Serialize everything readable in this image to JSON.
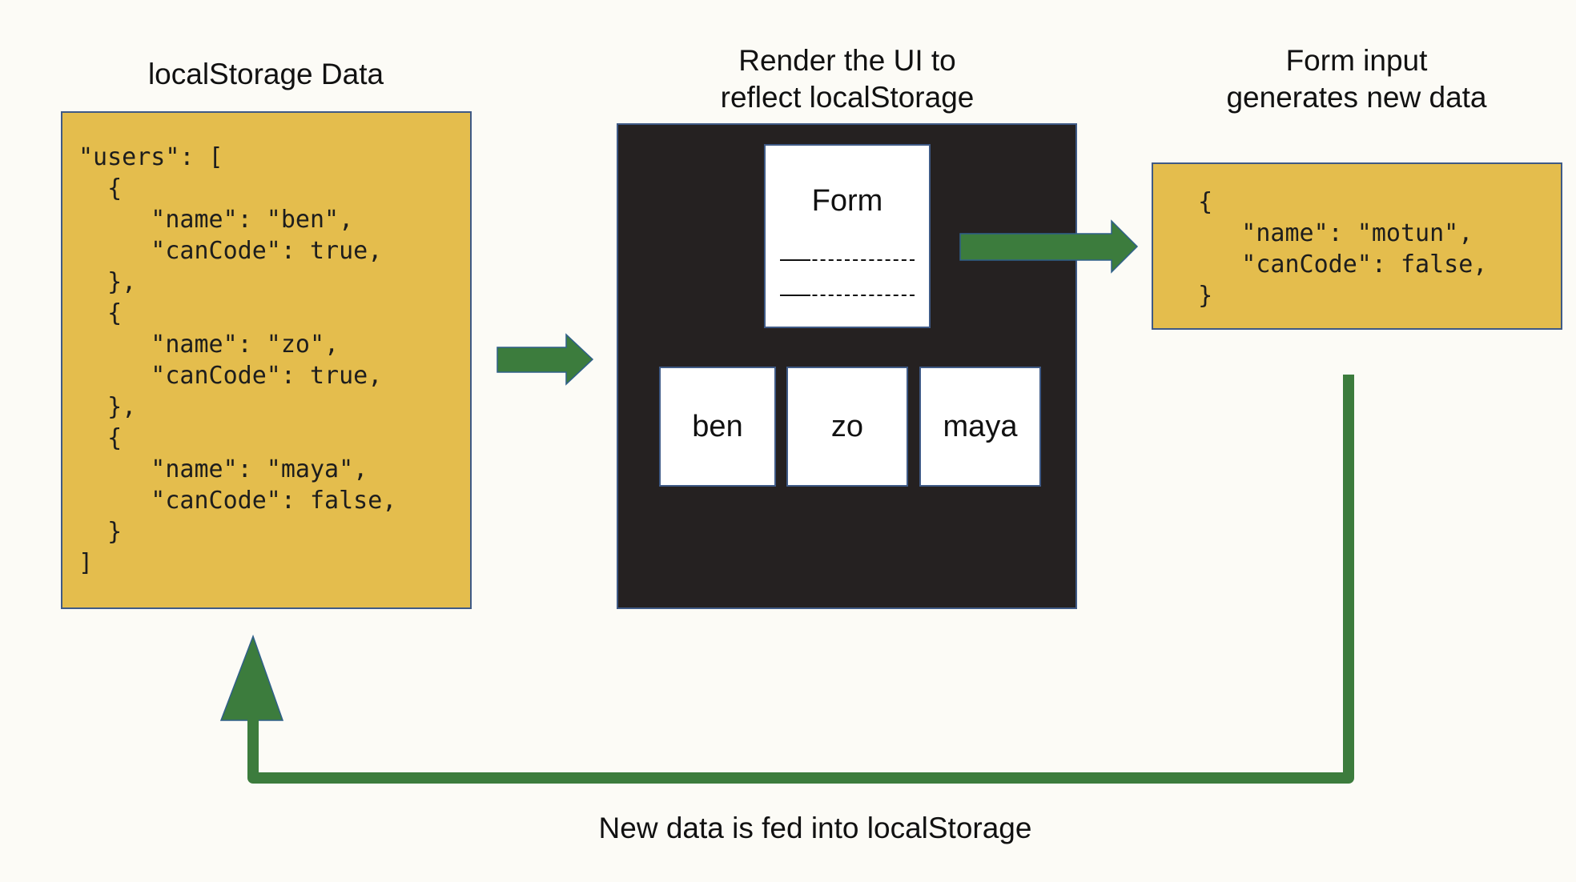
{
  "captions": {
    "storage": "localStorage Data",
    "render": "Render the UI to\nreflect localStorage",
    "form_input": "Form input\ngenerates new data",
    "feedback": "New data is fed into localStorage"
  },
  "storage_code": "\"users\": [\n  {\n     \"name\": \"ben\",\n     \"canCode\": true,\n  },\n  {\n     \"name\": \"zo\",\n     \"canCode\": true,\n  },\n  {\n     \"name\": \"maya\",\n     \"canCode\": false,\n  }\n]",
  "new_data_code": "  {\n     \"name\": \"motun\",\n     \"canCode\": false,\n  }",
  "ui_panel": {
    "form_title": "Form",
    "users": [
      "ben",
      "zo",
      "maya"
    ]
  },
  "colors": {
    "background": "#fcfbf6",
    "data_box": "#e4bd4d",
    "ui_panel": "#252121",
    "arrow": "#3c7c3d",
    "border": "#3f5a86"
  }
}
